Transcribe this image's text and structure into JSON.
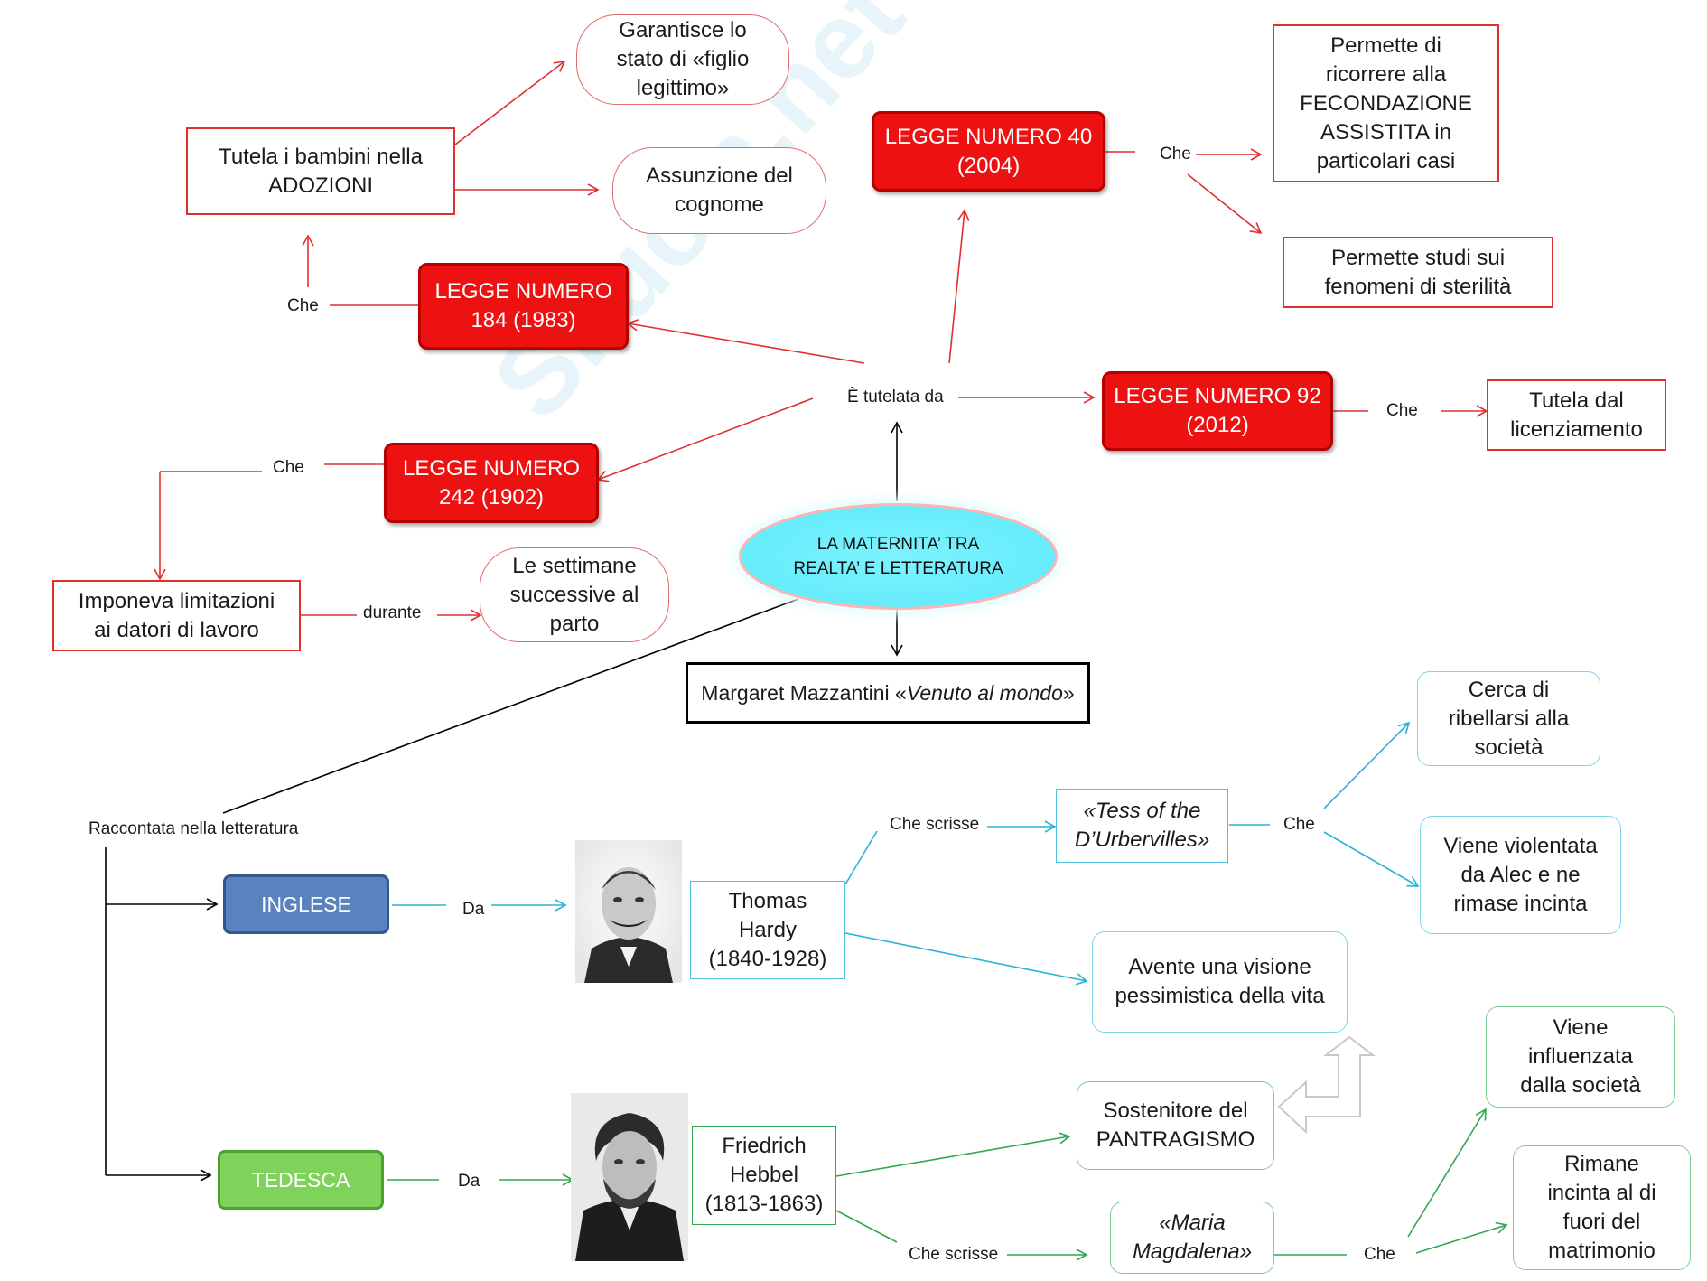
{
  "center": {
    "line1": "LA MATERNITA’ TRA",
    "line2": "REALTA’ E LETTERATURA"
  },
  "work_box": {
    "author": "Margaret Mazzantini «",
    "title": "Venuto al mondo",
    "close": "»"
  },
  "labels": {
    "tutelata": "È tutelata da",
    "che_184": "Che",
    "che_40": "Che",
    "che_92": "Che",
    "che_242": "Che",
    "durante": "durante",
    "raccontata": "Raccontata nella letteratura",
    "da_inglese": "Da",
    "da_tedesca": "Da",
    "che_scrisse_hardy": "Che scrisse",
    "che_tess": "Che",
    "che_scrisse_hebbel": "Che scrisse",
    "che_maria": "Che"
  },
  "laws": {
    "l184": "LEGGE NUMERO\n184 (1983)",
    "l40": "LEGGE NUMERO 40\n(2004)",
    "l92": "LEGGE NUMERO  92\n(2012)",
    "l242": "LEGGE NUMERO\n242 (1902)"
  },
  "boxes": {
    "adozioni": "Tutela i bambini nella\nADOZIONI",
    "figlio": "Garantisce lo\nstato di «figlio\nlegittimo»",
    "cognome": "Assunzione del\ncognome",
    "fecondazione": "Permette di\nricorrere alla\nFECONDAZIONE\nASSISTITA in\nparticolari casi",
    "sterilita": "Permette studi sui\nfenomeni  di sterilità",
    "licenziamento": "Tutela dal\nlicenziamento",
    "limitazioni": "Imponeva limitazioni\nai datori di lavoro",
    "settimane": "Le settimane\nsuccessive al\nparto",
    "inglese": "INGLESE",
    "tedesca": "TEDESCA",
    "hardy": "Thomas\nHardy\n(1840-1928)",
    "tess": "«Tess of the\nD’Urbervilles»",
    "ribellarsi": "Cerca di\nribellarsi alla\nsocietà",
    "violentata": "Viene violentata\nda Alec e  ne\nrimase incinta",
    "pessimistica": "Avente una visione\npessimistica della vita",
    "hebbel": "Friedrich\nHebbel\n(1813-1863)",
    "pantragismo": "Sostenitore del\nPANTRAGISMO",
    "maria": "«Maria\nMagdalena»",
    "influenzata": "Viene\ninfluenzata\ndalla società",
    "rimane": "Rimane\nincinta al di\nfuori del\nmatrimonio"
  },
  "colors": {
    "red": "#e03030",
    "cyan": "#2bb0d8",
    "green": "#2fa84f",
    "black": "#000000"
  }
}
